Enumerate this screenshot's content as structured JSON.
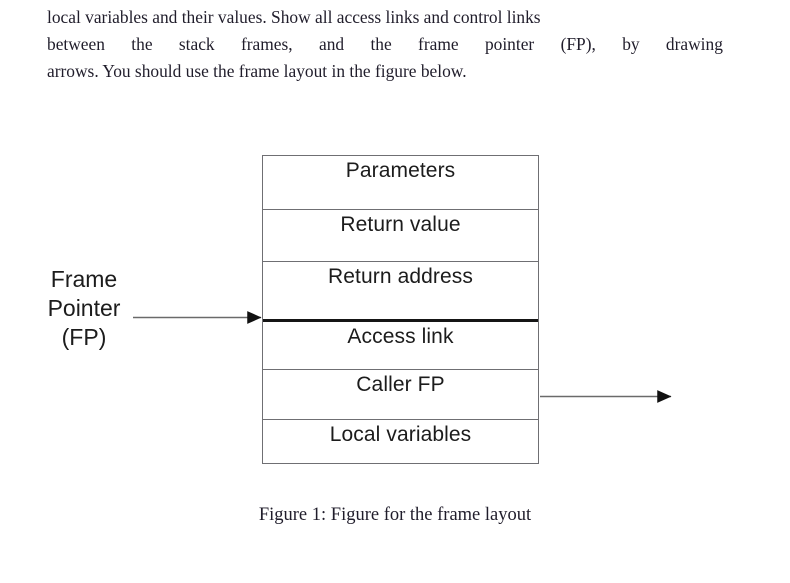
{
  "document": {
    "paragraph_lines": [
      "local variables and their values. Show all access links and control links",
      "between the stack frames, and the frame pointer (FP), by drawing",
      "arrows. You should use the frame layout in the figure below."
    ],
    "paragraph_line_words": [
      [
        "between",
        "the",
        "stack",
        "frames,",
        "and",
        "the",
        "frame",
        "pointer",
        "(FP),",
        "by",
        "drawing"
      ]
    ]
  },
  "figure": {
    "caption": "Figure 1: Figure for the frame layout",
    "frame_rows": [
      {
        "label": "Parameters"
      },
      {
        "label": "Return value"
      },
      {
        "label": "Return address"
      },
      {
        "label": "Access link"
      },
      {
        "label": "Caller FP"
      },
      {
        "label": "Local variables"
      }
    ],
    "fp_label": {
      "line1": "Frame",
      "line2": "Pointer",
      "line3": "(FP)"
    },
    "arrows": [
      {
        "name": "frame-pointer-arrow",
        "direction": "right",
        "points_to": "Access link boundary"
      },
      {
        "name": "caller-fp-arrow",
        "direction": "right",
        "points_from": "Caller FP"
      }
    ]
  },
  "colors": {
    "text": "#201d2b",
    "diagram_text": "#1c1c1c",
    "border": "#6f6f73",
    "thick_border": "#151515",
    "arrow": "#555555",
    "background": "#ffffff"
  }
}
